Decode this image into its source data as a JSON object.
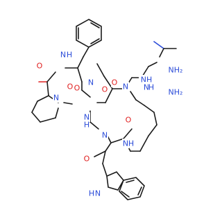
{
  "colors": {
    "carbon_bond": "#1a1a1a",
    "oxygen": "#e02020",
    "nitrogen": "#2a4bd8",
    "background": "#ffffff"
  },
  "atom_labels": [
    {
      "id": "NH2_top",
      "text": "NH₂",
      "element": "N"
    },
    {
      "id": "NH_guan",
      "text": "NH",
      "element": "N"
    },
    {
      "id": "NH2_guan",
      "text": "NH₂",
      "element": "N"
    },
    {
      "id": "N_guan_link",
      "text": "N",
      "element": "N"
    },
    {
      "id": "H_guan_link",
      "text": "H",
      "element": "N"
    },
    {
      "id": "N_phe",
      "text": "N",
      "element": "N"
    },
    {
      "id": "H_phe",
      "text": "H",
      "element": "N"
    },
    {
      "id": "O_pro",
      "text": "O",
      "element": "O"
    },
    {
      "id": "N_pro",
      "text": "N",
      "element": "N"
    },
    {
      "id": "O_mid1",
      "text": "O",
      "element": "O"
    },
    {
      "id": "O_mid2",
      "text": "O",
      "element": "O"
    },
    {
      "id": "N_mid",
      "text": "N",
      "element": "N"
    },
    {
      "id": "O_mid3",
      "text": "O",
      "element": "O"
    },
    {
      "id": "O_mid4",
      "text": "O",
      "element": "O"
    },
    {
      "id": "N_arg",
      "text": "N",
      "element": "N"
    },
    {
      "id": "N_lys",
      "text": "N",
      "element": "N"
    },
    {
      "id": "O_lys",
      "text": "O",
      "element": "O"
    },
    {
      "id": "N_trp",
      "text": "N",
      "element": "N"
    },
    {
      "id": "H_trp",
      "text": "H",
      "element": "N"
    },
    {
      "id": "N_low",
      "text": "N",
      "element": "N"
    },
    {
      "id": "H_low",
      "text": "H",
      "element": "N"
    },
    {
      "id": "O_trp",
      "text": "O",
      "element": "O"
    },
    {
      "id": "NH_indole",
      "text": "N",
      "element": "N"
    },
    {
      "id": "H_indole",
      "text": "H",
      "element": "N"
    }
  ]
}
